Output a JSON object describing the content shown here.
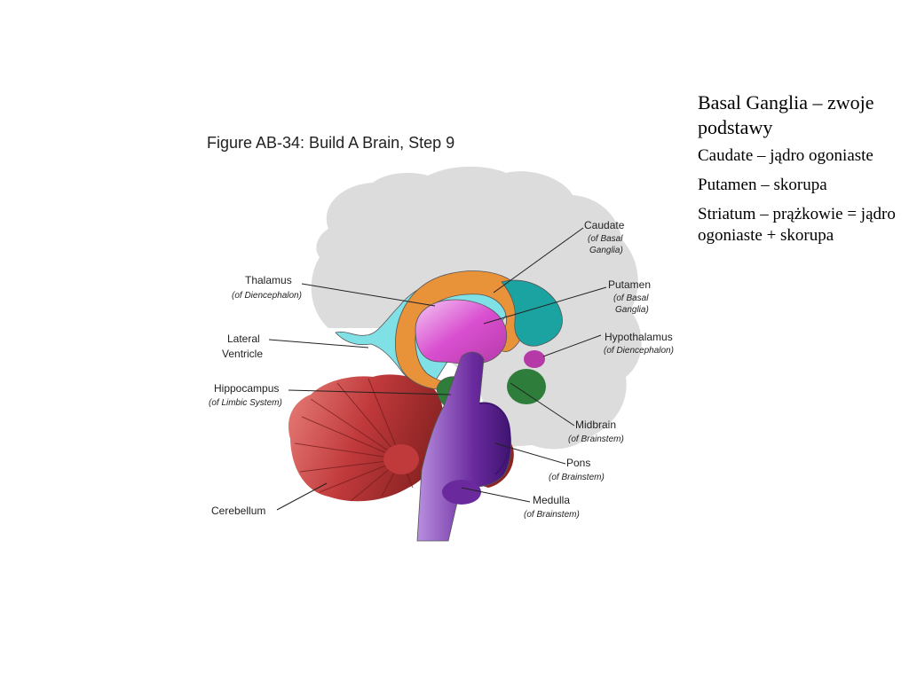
{
  "figure": {
    "title": "Figure AB-34: Build A Brain, Step 9",
    "labels": {
      "caudate": {
        "name": "Caudate",
        "sub1": "(of Basal",
        "sub2": "Ganglia)"
      },
      "putamen": {
        "name": "Putamen",
        "sub1": "(of Basal",
        "sub2": "Ganglia)"
      },
      "hypothalamus": {
        "name": "Hypothalamus",
        "sub": "(of Diencephalon)"
      },
      "thalamus": {
        "name": "Thalamus",
        "sub": "(of Diencephalon)"
      },
      "lateral_ventricle": {
        "line1": "Lateral",
        "line2": "Ventricle"
      },
      "hippocampus": {
        "name": "Hippocampus",
        "sub": "(of Limbic System)"
      },
      "midbrain": {
        "name": "Midbrain",
        "sub": "(of Brainstem)"
      },
      "pons": {
        "name": "Pons",
        "sub": "(of Brainstem)"
      },
      "medulla": {
        "name": "Medulla",
        "sub": "(of Brainstem)"
      },
      "cerebellum": {
        "name": "Cerebellum"
      }
    },
    "colors": {
      "brain_outline": "#dcdcdc",
      "caudate": "#e8923a",
      "putamen": "#1aa3a0",
      "thalamus": "#d94fd0",
      "ventricle": "#7fe0e6",
      "hypothalamus": "#b53aa8",
      "hippocampus": "#2e7d3a",
      "brainstem": "#6a2a9e",
      "cerebellum": "#c0393b",
      "cerebellum_light": "#e8807a",
      "cerebellum_dark": "#8c2424"
    }
  },
  "notes": {
    "heading": "Basal Ganglia – zwoje podstawy",
    "items": [
      "Caudate – jądro ogoniaste",
      "Putamen – skorupa",
      "Striatum – prążkowie = jądro ogoniaste + skorupa"
    ]
  }
}
